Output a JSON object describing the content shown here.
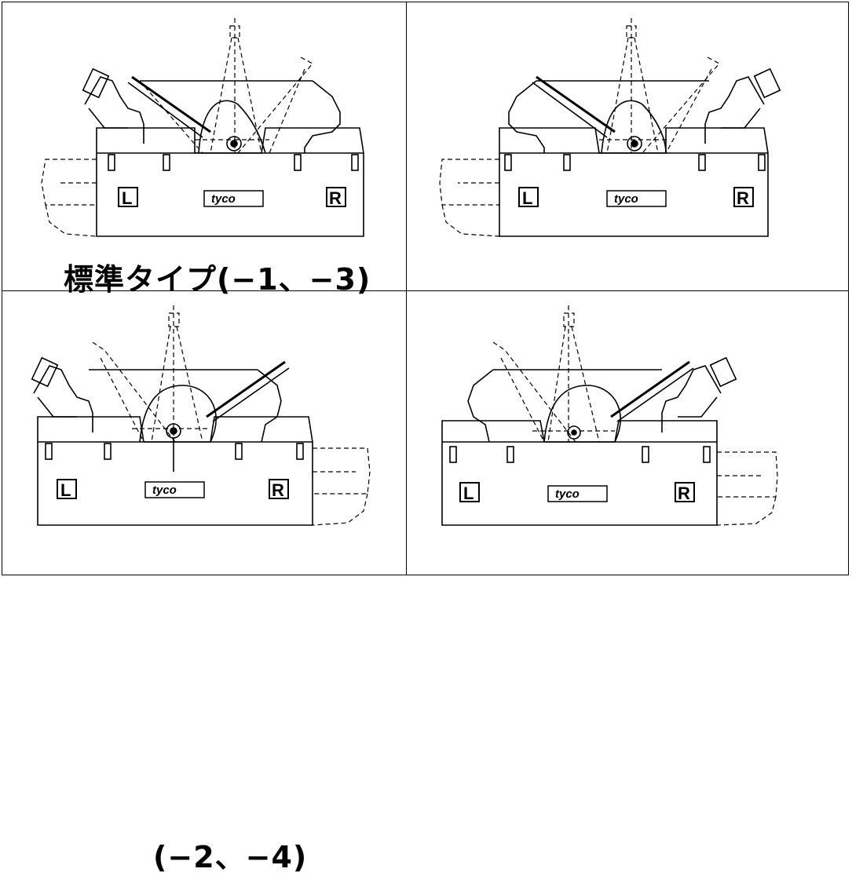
{
  "panels": [
    {
      "id": "top-left",
      "left_label": "L",
      "right_label": "R",
      "brand": "tyco",
      "orientation": "left"
    },
    {
      "id": "top-right",
      "left_label": "L",
      "right_label": "R",
      "brand": "tyco",
      "orientation": "right"
    },
    {
      "id": "bottom-left",
      "left_label": "L",
      "right_label": "R",
      "brand": "tyco",
      "orientation": "left"
    },
    {
      "id": "bottom-right",
      "left_label": "L",
      "right_label": "R",
      "brand": "tyco",
      "orientation": "right"
    }
  ],
  "captions": {
    "standard": "標準タイプ(−1、−3)",
    "alternate": "(−2、−4)"
  }
}
